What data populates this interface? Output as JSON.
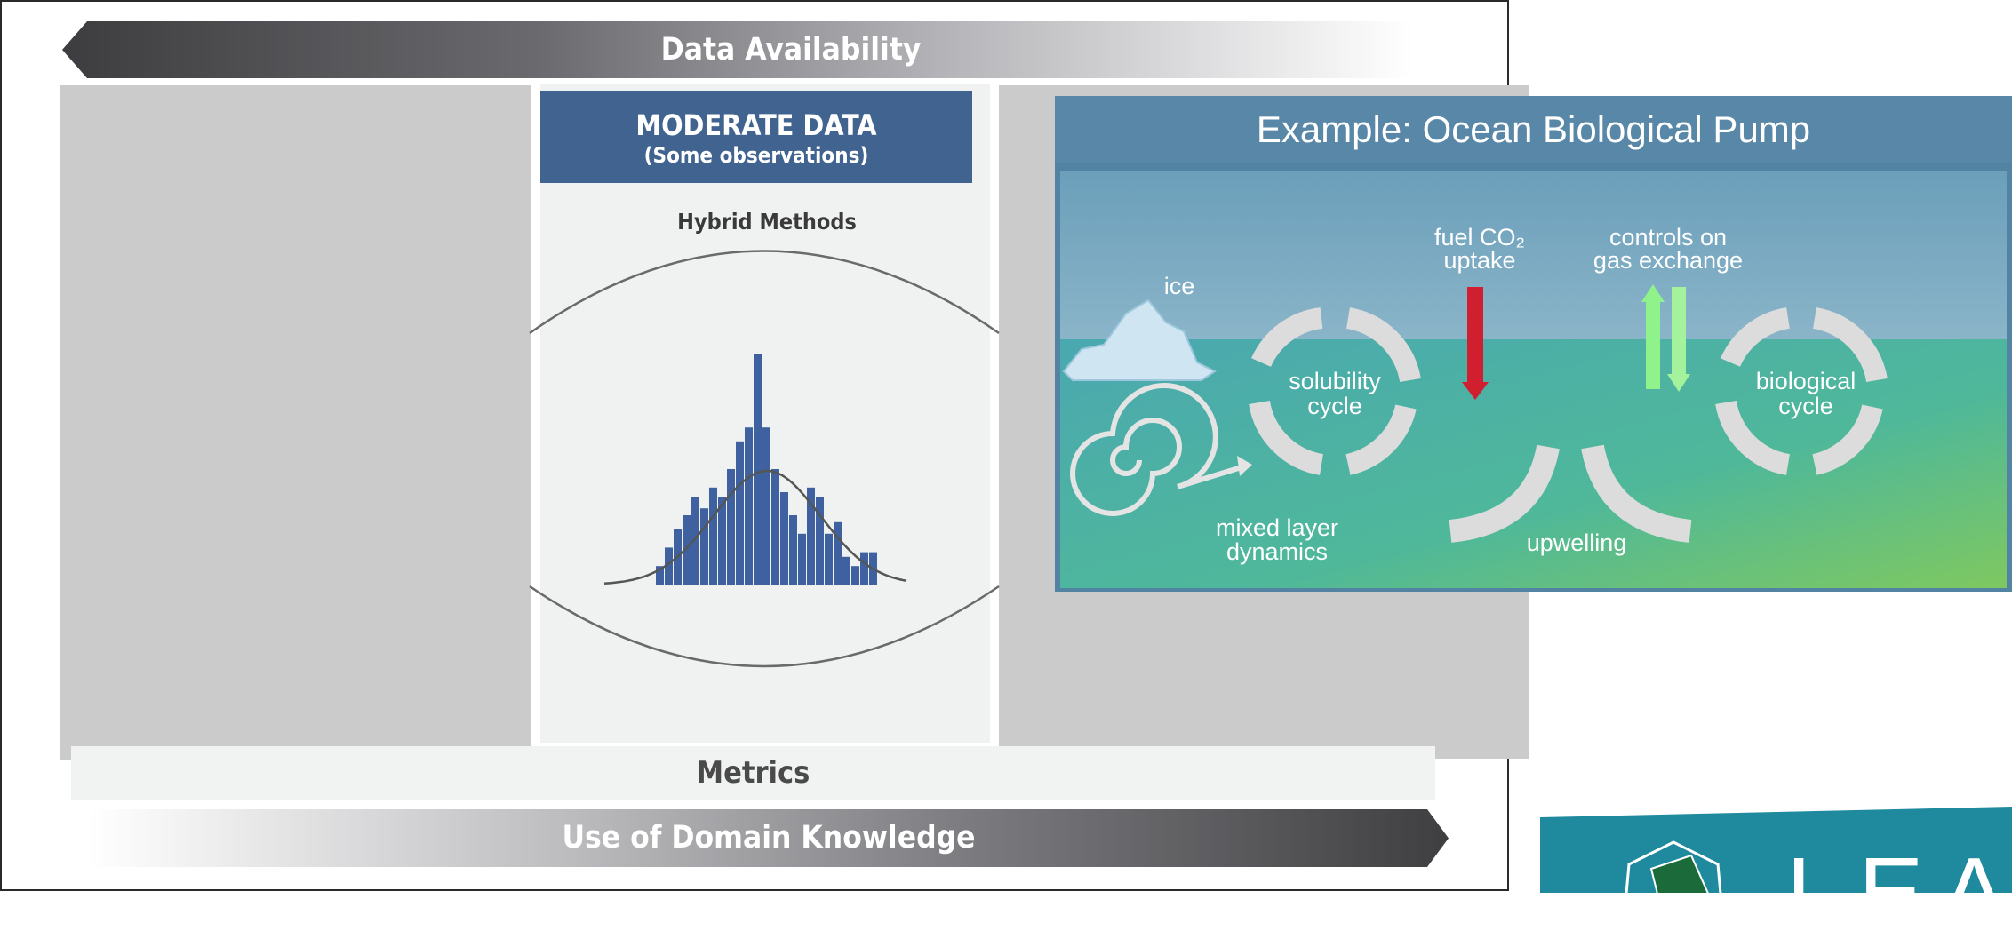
{
  "top_arrow": {
    "label": "Data Availability"
  },
  "bottom_arrow": {
    "label": "Use of Domain Knowledge"
  },
  "metrics": {
    "label": "Metrics"
  },
  "center_panel": {
    "title": "MODERATE DATA",
    "subtitle": "(Some observations)",
    "method_label": "Hybrid Methods"
  },
  "ocean_example": {
    "title": "Example: Ocean Biological Pump",
    "labels": {
      "ice": "ice",
      "fuel_1": "fuel CO₂",
      "fuel_2": "uptake",
      "controls_1": "controls on",
      "controls_2": "gas exchange",
      "solubility_1": "solubility",
      "solubility_2": "cycle",
      "biological_1": "biological",
      "biological_2": "cycle",
      "mixed_1": "mixed layer",
      "mixed_2": "dynamics",
      "upwelling": "upwelling"
    }
  },
  "logo": {
    "text": "LEA"
  },
  "colors": {
    "header_blue": "#40638f",
    "bar_blue": "#3f61a0",
    "ocean_title_bg": "#5987a8",
    "teal": "#1f8a9e",
    "red_arrow": "#d0202f",
    "green_arrow": "#8ff28a"
  },
  "histogram": {
    "bar_values": [
      8,
      16,
      24,
      30,
      38,
      33,
      42,
      38,
      50,
      62,
      68,
      100,
      68,
      50,
      40,
      30,
      22,
      42,
      38,
      22,
      27,
      12,
      8,
      14,
      14
    ],
    "curve": "normal"
  }
}
